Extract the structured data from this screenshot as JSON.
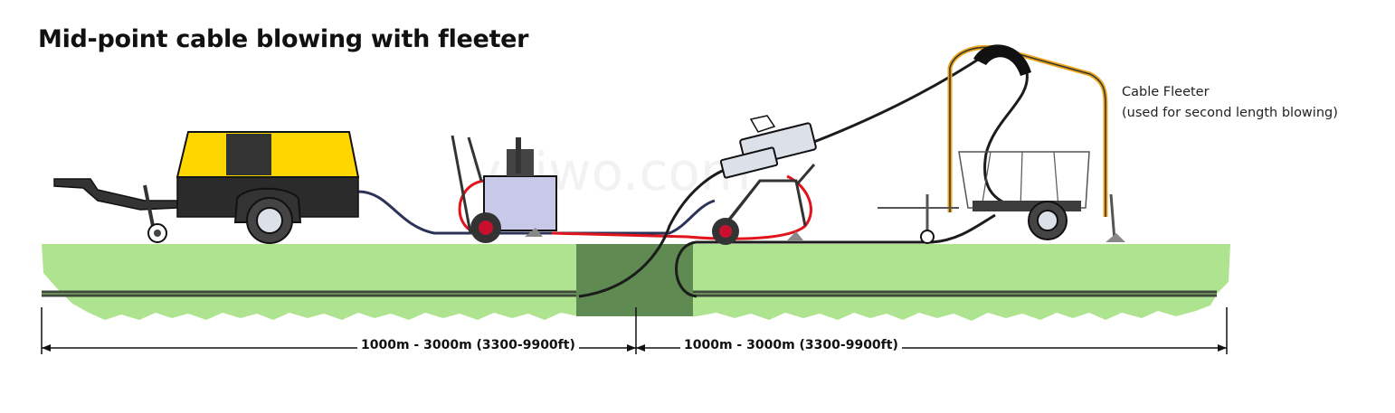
{
  "title": "Mid-point cable blowing with fleeter",
  "fleeter_label": {
    "line1": "Cable Fleeter",
    "line2": "(used for second length blowing)"
  },
  "dimensions": [
    {
      "label": "1000m - 3000m (3300-9900ft)"
    },
    {
      "label": "1000m - 3000m (3300-9900ft)"
    }
  ],
  "watermark": "veiwo.com",
  "colors": {
    "ground": "#aee38f",
    "pit": "#5f8a52",
    "compressor": "#ffd700",
    "hose_red": "#e0141c",
    "hose_blue": "#2c3357",
    "frame_orange": "#e8a41c"
  }
}
